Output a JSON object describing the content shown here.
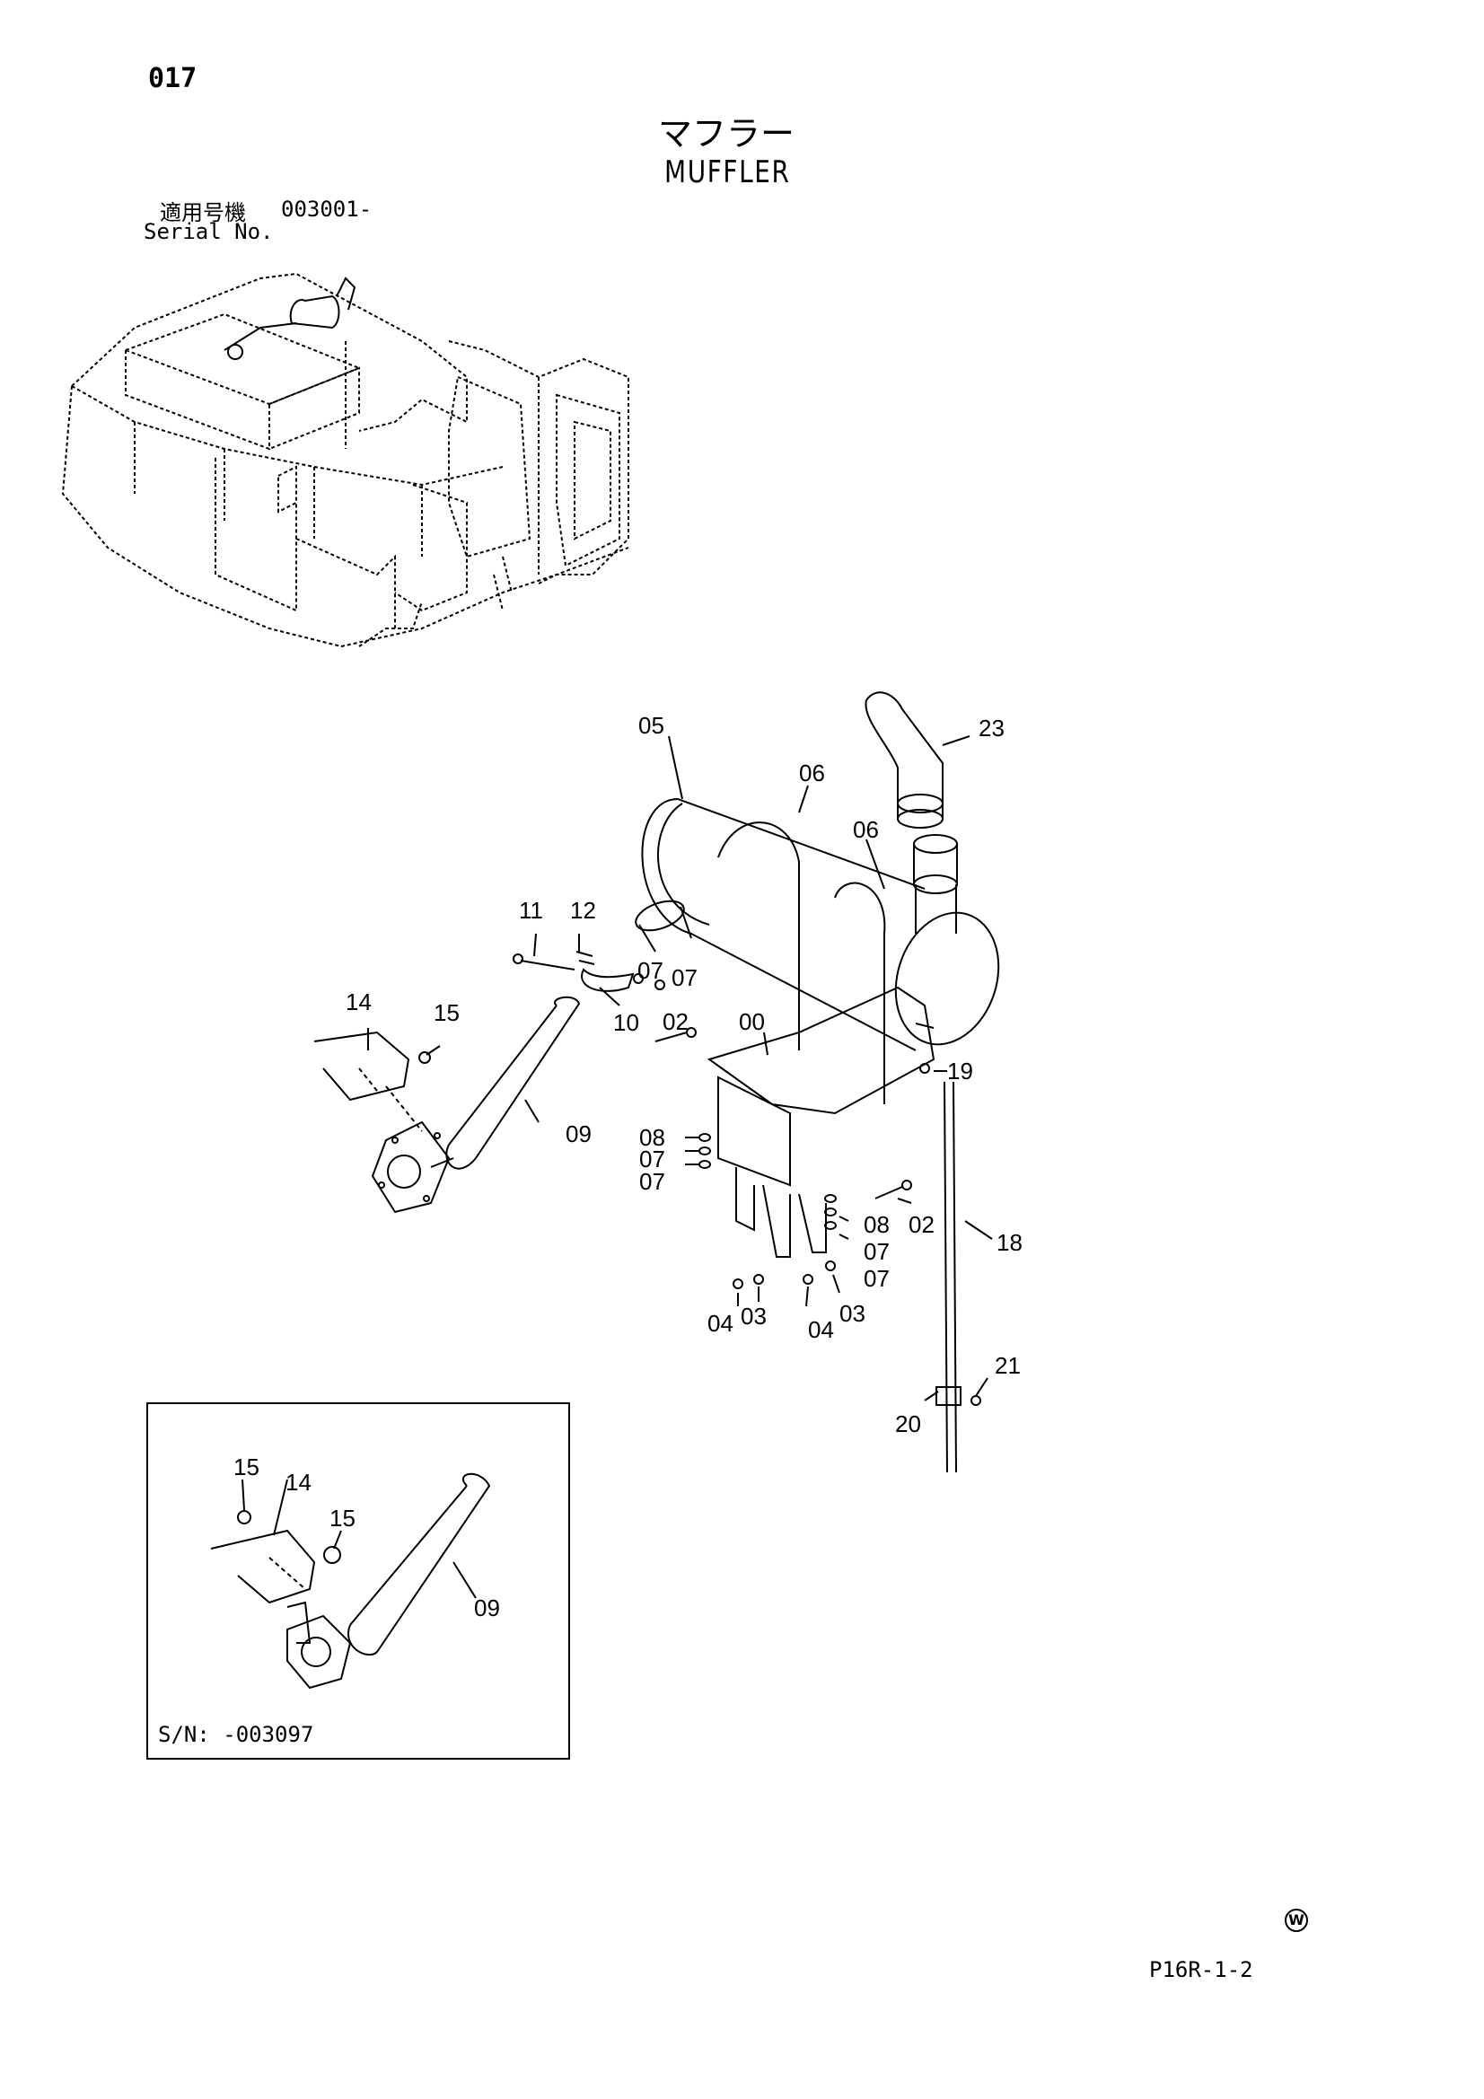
{
  "page_number": "017",
  "title_jp": "マフラー",
  "title_en": "MUFFLER",
  "serial": {
    "label_jp": "適用号機",
    "value": "003001-",
    "label_en": "Serial No."
  },
  "callouts": {
    "c05": "05",
    "c06a": "06",
    "c06b": "06",
    "c23": "23",
    "c11": "11",
    "c12": "12",
    "c07a": "07",
    "c07b": "07",
    "c02a": "02",
    "c00": "00",
    "c14": "14",
    "c15": "15",
    "c10": "10",
    "c09": "09",
    "c19": "19",
    "c08a": "08",
    "c07c": "07",
    "c07d": "07",
    "c08b": "08",
    "c02b": "02",
    "c07e": "07",
    "c07f": "07",
    "c18": "18",
    "c04a": "04",
    "c03a": "03",
    "c04b": "04",
    "c03b": "03",
    "c21": "21",
    "c20": "20"
  },
  "inset": {
    "serial_note": "S/N: -003097",
    "callouts": {
      "c15a": "15",
      "c14": "14",
      "c15b": "15",
      "c09": "09"
    }
  },
  "watermark_mark": "W",
  "page_code": "P16R-1-2"
}
